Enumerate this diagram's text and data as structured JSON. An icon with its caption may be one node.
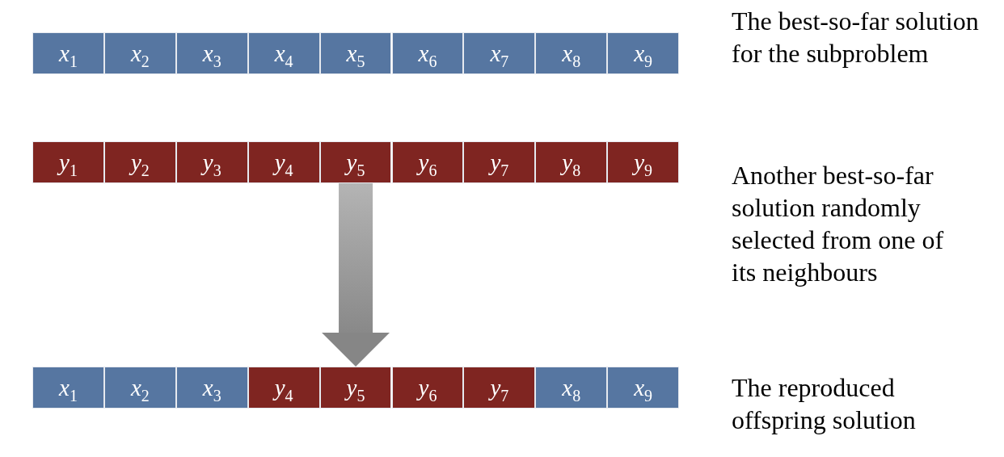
{
  "diagram": {
    "nodes": [
      {
        "text": [
          "*x*$_{1}$"
        ]
      },
      {
        "text": [
          "*x*$_{2}$"
        ]
      },
      {
        "text": [
          "*x*$_{3}$"
        ]
      },
      {
        "text": [
          "*x*$_{4}$"
        ]
      },
      {
        "text": [
          "*x*$_{5}$"
        ]
      },
      {
        "text": [
          "*x*$_{6}$"
        ]
      },
      {
        "text": [
          "*x*$_{7}$"
        ]
      },
      {
        "text": [
          "*x*$_{8}$"
        ]
      },
      {
        "text": [
          "*x*$_{9}$"
        ]
      },
      {
        "text": [
          "*y*$_{1}$"
        ]
      },
      {
        "text": [
          "*y*$_{2}$"
        ]
      },
      {
        "text": [
          "*y*$_{3}$"
        ]
      },
      {
        "text": [
          "*y*$_{4}$"
        ]
      },
      {
        "text": [
          "*y*$_{5}$"
        ]
      },
      {
        "text": [
          "*y*$_{6}$"
        ]
      },
      {
        "text": [
          "*y*$_{7}$"
        ]
      },
      {
        "text": [
          "*y*$_{8}$"
        ]
      },
      {
        "text": [
          "*y*$_{9}$"
        ]
      },
      {
        "text": [
          "*x*$_{1}$"
        ]
      },
      {
        "text": [
          "*x*$_{2}$"
        ]
      },
      {
        "text": [
          "*x*$_{3}$"
        ]
      },
      {
        "text": [
          "*y*$_{4}$"
        ]
      },
      {
        "text": [
          "*y*$_{5}$"
        ]
      },
      {
        "text": [
          "*y*$_{6}$"
        ]
      },
      {
        "text": [
          "*y*$_{7}$"
        ]
      },
      {
        "text": [
          "*x*$_{8}$"
        ]
      },
      {
        "text": [
          "*x*$_{9}$"
        ]
      }
    ],
    "edges": [
      {
        "from": 13,
        "to": 22,
        "arrow": "to",
        "style": "thick"
      }
    ],
    "labels": [
      "The best-so-far solution for the subproblem",
      "Another best-so-far solution randomly selected from one of its neighbours",
      "The reproduced offspring solution"
    ]
  }
}
